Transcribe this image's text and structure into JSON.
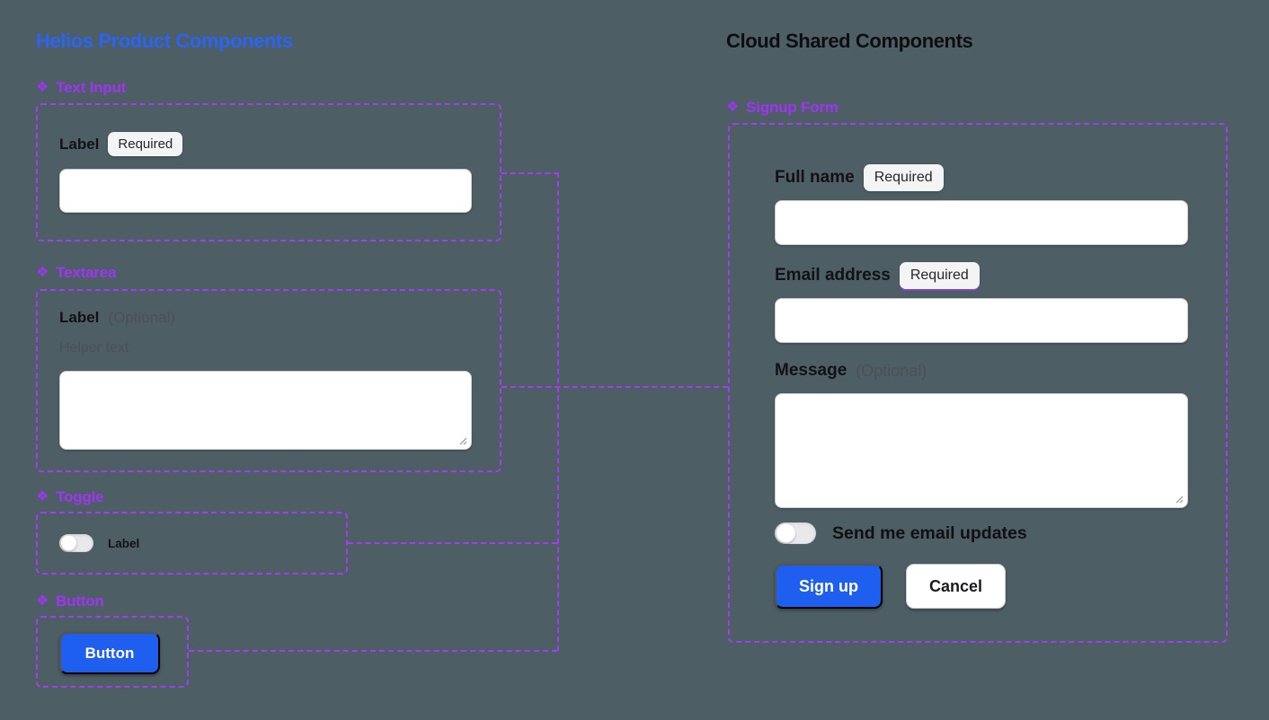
{
  "colors": {
    "canvas_bg": "#4D5F64",
    "component_purple": "#A63BF7",
    "heading_blue": "#2A64F6",
    "heading_dark": "#0E0E12",
    "button_blue": "#1E5FEF",
    "badge_bg": "#F4F4F5"
  },
  "icons": {
    "component_glyph": "❖"
  },
  "left": {
    "title": "Helios Product Components",
    "text_input": {
      "name": "Text Input",
      "label": "Label",
      "badge": "Required",
      "value": ""
    },
    "textarea": {
      "name": "Textarea",
      "label": "Label",
      "optional": "(Optional)",
      "helper": "Helper text",
      "value": ""
    },
    "toggle": {
      "name": "Toggle",
      "label": "Label",
      "state": "off"
    },
    "button": {
      "name": "Button",
      "label": "Button"
    }
  },
  "right": {
    "title": "Cloud Shared Components",
    "signup_form": {
      "name": "Signup Form",
      "full_name": {
        "label": "Full name",
        "badge": "Required",
        "value": ""
      },
      "email": {
        "label": "Email address",
        "badge": "Required",
        "value": ""
      },
      "message": {
        "label": "Message",
        "optional": "(Optional)",
        "value": ""
      },
      "email_updates": {
        "label": "Send me email updates",
        "state": "off"
      },
      "actions": {
        "submit": "Sign up",
        "cancel": "Cancel"
      }
    }
  }
}
